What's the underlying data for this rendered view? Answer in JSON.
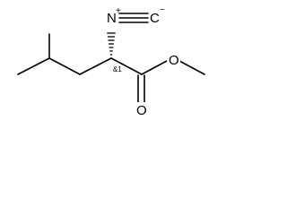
{
  "molecule": {
    "atom_labels": {
      "isocyano_nitrogen": "N",
      "isocyano_nitrogen_charge": "+",
      "isocyano_carbon": "C",
      "isocyano_carbon_charge": "−",
      "carbonyl_oxygen": "O",
      "ester_oxygen": "O"
    },
    "stereo_label": "&1"
  }
}
